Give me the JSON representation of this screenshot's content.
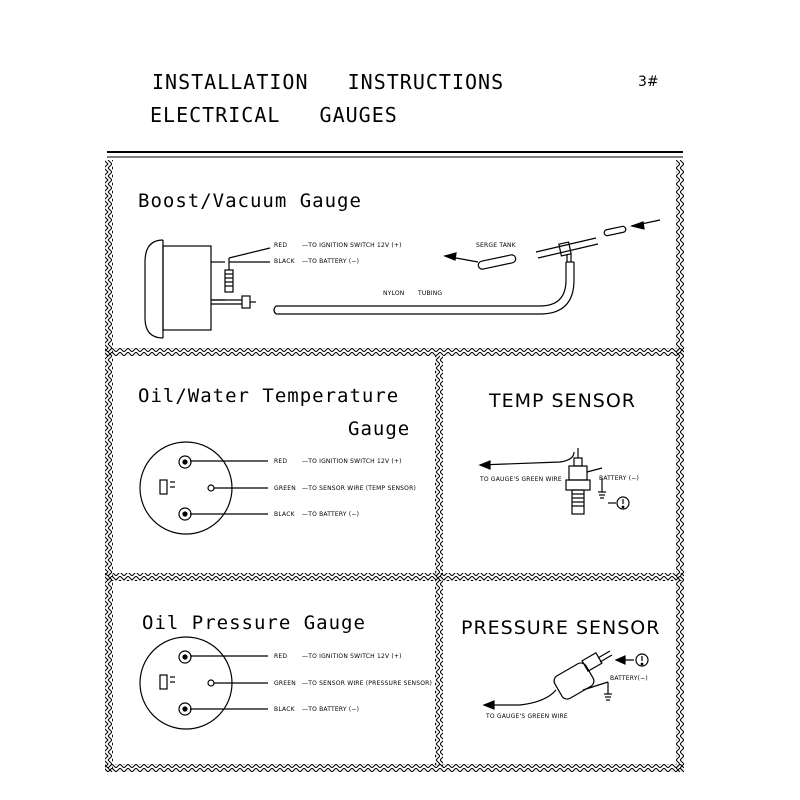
{
  "header": {
    "title_line1": "INSTALLATION   INSTRUCTIONS",
    "title_line2": "ELECTRICAL   GAUGES",
    "sheet_number": "3#"
  },
  "panels": {
    "boost": {
      "title": "Boost/Vacuum Gauge",
      "wires": [
        {
          "color": "RED",
          "dest": "—TO IGNITION SWITCH 12V (+)"
        },
        {
          "color": "BLACK",
          "dest": "—TO BATTERY (−)"
        }
      ],
      "tank_label": "SERGE TANK",
      "tubing_label": "NYLON",
      "tubing_label2": "TUBING"
    },
    "temp_gauge": {
      "title_line1": "Oil/Water Temperature",
      "title_line2": "Gauge",
      "wires": [
        {
          "color": "RED",
          "dest": "—TO IGNITION SWITCH 12V (+)"
        },
        {
          "color": "GREEN",
          "dest": "—TO SENSOR WIRE (TEMP SENSOR)"
        },
        {
          "color": "BLACK",
          "dest": "—TO BATTERY (−)"
        }
      ]
    },
    "temp_sensor": {
      "title": "TEMP SENSOR",
      "to_gauge": "TO GAUGE'S GREEN WIRE",
      "battery": "BATTERY (−)"
    },
    "pressure_gauge": {
      "title": "Oil Pressure Gauge",
      "wires": [
        {
          "color": "RED",
          "dest": "—TO IGNITION SWITCH 12V (+)"
        },
        {
          "color": "GREEN",
          "dest": "—TO SENSOR WIRE (PRESSURE SENSOR)"
        },
        {
          "color": "BLACK",
          "dest": "—TO BATTERY (−)"
        }
      ]
    },
    "pressure_sensor": {
      "title": "PRESSURE SENSOR",
      "to_gauge": "TO GAUGE'S GREEN WIRE",
      "battery": "BATTERY(−)"
    }
  }
}
